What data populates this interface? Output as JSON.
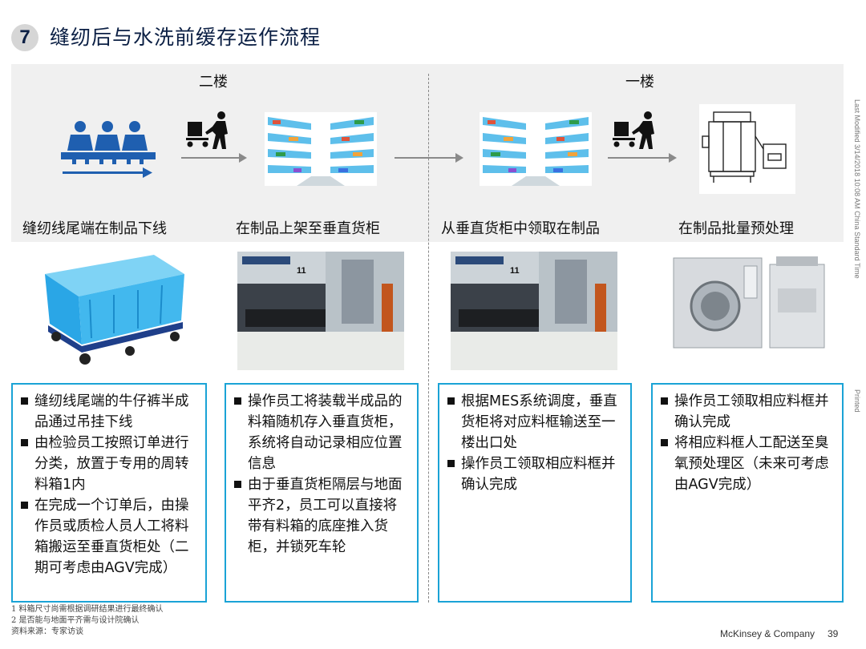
{
  "header": {
    "number": "7",
    "title": "缝纫后与水洗前缓存运作流程"
  },
  "floors": {
    "left": "二楼",
    "right": "一楼"
  },
  "steps": [
    {
      "label": "缝纫线尾端在制品下线"
    },
    {
      "label": "在制品上架至垂直货柜"
    },
    {
      "label": "从垂直货柜中领取在制品"
    },
    {
      "label": "在制品批量预处理"
    }
  ],
  "boxes": [
    {
      "bullets": [
        "缝纫线尾端的牛仔裤半成品通过吊挂下线",
        "由检验员工按照订单进行分类，放置于专用的周转料箱1内",
        "在完成一个订单后，由操作员或质检人员人工将料箱搬运至垂直货柜处（二期可考虑由AGV完成）"
      ]
    },
    {
      "bullets": [
        "操作员工将装载半成品的料箱随机存入垂直货柜，系统将自动记录相应位置信息",
        "由于垂直货柜隔层与地面平齐2，员工可以直接将带有料箱的底座推入货柜，并锁死车轮"
      ]
    },
    {
      "bullets": [
        "根据MES系统调度，垂直货柜将对应料框输送至一楼出口处",
        "操作员工领取相应料框并确认完成"
      ]
    },
    {
      "bullets": [
        "操作员工领取相应料框并确认完成",
        "将相应料框人工配送至臭氧预处理区（未来可考虑由AGV完成）"
      ]
    }
  ],
  "photos": {
    "shelf_number": "11"
  },
  "footnotes": [
    "1 料箱尺寸尚需根据调研结果进行最终确认",
    "2 是否能与地面平齐需与设计院确认",
    "资料来源：专家访谈"
  ],
  "side_notes": {
    "last_modified": "Last Modified 3/14/2018 10:08 AM China Standard Time",
    "printed": "Printed"
  },
  "footer": {
    "company": "McKinsey & Company",
    "page": "39"
  },
  "colors": {
    "accent": "#1aa3d6",
    "title": "#0b1f44",
    "band": "#f0f0f0"
  }
}
